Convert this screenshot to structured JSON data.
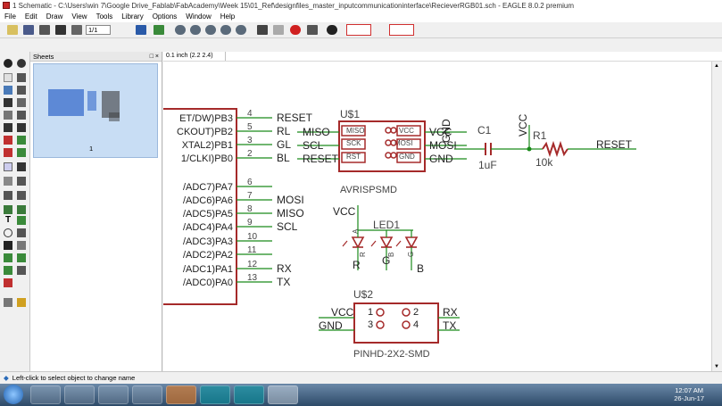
{
  "window": {
    "title": "1 Schematic - C:\\Users\\win 7\\Google Drive_Fablab\\FabAcademy\\Week 15\\01_Ref\\designfiles_master_inputcommunicationinterface\\RecieverRGB01.sch - EAGLE 8.0.2 premium"
  },
  "menu": [
    "File",
    "Edit",
    "Draw",
    "View",
    "Tools",
    "Library",
    "Options",
    "Window",
    "Help"
  ],
  "toolbar": {
    "sheet_select": "1/1"
  },
  "sheets_panel": {
    "title": "Sheets",
    "sheet_number": "1"
  },
  "command": {
    "grid_readout": "0.1 inch (2.2 2.4)",
    "input_value": ""
  },
  "status": {
    "message": "Left-click to select object to change name"
  },
  "clock": {
    "time": "12:07 AM",
    "date": "26-Jun-17"
  },
  "schematic": {
    "mcu_pins": [
      {
        "name": "ET/DW)PB3",
        "num": "4",
        "net": "RESET"
      },
      {
        "name": "CKOUT)PB2",
        "num": "5",
        "net": "RL"
      },
      {
        "name": "XTAL2)PB1",
        "num": "3",
        "net": "GL"
      },
      {
        "name": "1/CLKI)PB0",
        "num": "2",
        "net": "BL"
      },
      {
        "name": "/ADC7)PA7",
        "num": "6",
        "net": ""
      },
      {
        "name": "/ADC6)PA6",
        "num": "7",
        "net": "MOSI"
      },
      {
        "name": "/ADC5)PA5",
        "num": "8",
        "net": "MISO"
      },
      {
        "name": "/ADC4)PA4",
        "num": "9",
        "net": "SCL"
      },
      {
        "name": "/ADC3)PA3",
        "num": "10",
        "net": ""
      },
      {
        "name": "/ADC2)PA2",
        "num": "11",
        "net": ""
      },
      {
        "name": "/ADC1)PA1",
        "num": "12",
        "net": "RX"
      },
      {
        "name": "/ADC0)PA0",
        "num": "13",
        "net": "TX"
      }
    ],
    "isp": {
      "ref": "U$1",
      "value": "AVRISPSMD",
      "inner_left": [
        "MISO",
        "SCK",
        "RST"
      ],
      "inner_right": [
        "VCC",
        "MOSI",
        "GND"
      ],
      "nets_left": [
        "MISO",
        "SCL",
        "RESET"
      ],
      "nets_right": [
        "VCC",
        "MOSI",
        "GND"
      ]
    },
    "cap": {
      "ref": "C1",
      "value": "1uF",
      "gnd": "GND"
    },
    "res": {
      "ref": "R1",
      "value": "10k",
      "vcc": "VCC",
      "net": "RESET"
    },
    "led": {
      "ref": "LED1",
      "vcc": "VCC",
      "anode": "A",
      "pins": [
        "R",
        "G",
        "B"
      ],
      "pins2": [
        "R",
        "B",
        "G"
      ]
    },
    "header": {
      "ref": "U$2",
      "value": "PINHD-2X2-SMD",
      "nets_left": [
        "VCC",
        "GND"
      ],
      "nets_right": [
        "RX",
        "TX"
      ],
      "pins": [
        "1",
        "2",
        "3",
        "4"
      ]
    }
  },
  "colors": {
    "part": "#a52a2a",
    "pin": "#1a8a1a",
    "net": "#2a9a2a",
    "text": "#444"
  }
}
